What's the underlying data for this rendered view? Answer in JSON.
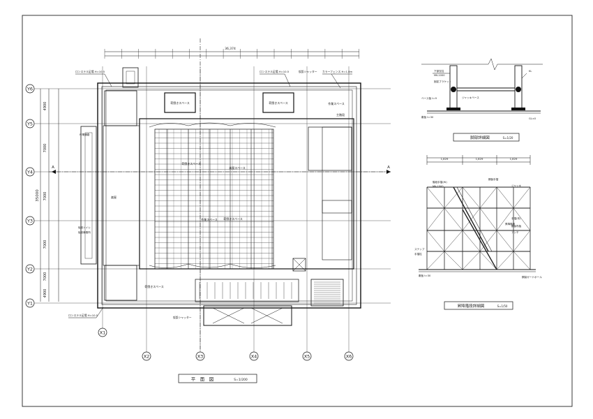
{
  "plan": {
    "title": "平　面　図",
    "scale": "S=1/200",
    "overall_dim": "36,374",
    "col_labels": [
      "X1",
      "X2",
      "X3",
      "X4",
      "X5",
      "X6"
    ],
    "row_labels": [
      "Y6",
      "Y5",
      "Y4",
      "Y3",
      "Y2",
      "Y1"
    ],
    "row_dims": [
      "4900",
      "7000",
      "7000",
      "7000",
      "7000",
      "4900"
    ],
    "total_row_dim": "35000",
    "room_labels": [
      "荷捌きスペース",
      "荷捌きスペース",
      "楽屋スペース",
      "荷捌きスペース",
      "作業スペース",
      "楽屋",
      "荷捌きスペース",
      "荷捌きスペース",
      "作業スペース",
      "主階段"
    ],
    "callouts": [
      "ロンステル足場 H=10.5",
      "ロンステル足場 H=10.5",
      "仮設シャッター",
      "カラーフェンス H=1.8m",
      "ロンステル足場 H=10.5",
      "仮設シャッター",
      "仮設トイレ",
      "仮設事務所",
      "作業通路"
    ],
    "section_mark": "A"
  },
  "detail1": {
    "title": "脚部詳細図",
    "scale": "S=1/20",
    "labels": [
      "下部支柱",
      "MK-1000",
      "固定ブラケット",
      "ジャッキベース",
      "ベース板 t=9",
      "敷板 t=30",
      "KL",
      "GL±0"
    ]
  },
  "detail2": {
    "title": "昇降階段詳細図",
    "scale": "S=1/50",
    "labels": [
      "階段手摺(W)",
      "MK-1900",
      "鋼製手摺",
      "ジャッキ",
      "手摺(布)",
      "鋼製布板",
      "アンチ",
      "昇降階段",
      "ステップ",
      "手摺柱",
      "敷板 t=30",
      "鋼製ガードポール"
    ],
    "dims": [
      "1,829",
      "1,829",
      "1,829"
    ]
  }
}
